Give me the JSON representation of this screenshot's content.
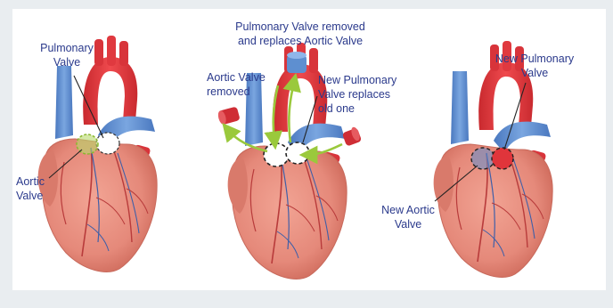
{
  "figure_1": {
    "pulmonary_valve_label": "Pulmonary\nValve",
    "aortic_valve_label": "Aortic\nValve"
  },
  "figure_2": {
    "top_label": "Pulmonary Valve removed\nand replaces Aortic Valve",
    "aortic_removed_label": "Aortic Valve\nremoved",
    "new_pulmonary_label": "New Pulmonary\nValve replaces\nold one"
  },
  "figure_3": {
    "new_pulmonary_label": "New Pulmonary\nValve",
    "new_aortic_label": "New Aortic\nValve"
  },
  "colors": {
    "heart": "#e58c7b",
    "heart_dark": "#c85e50",
    "aorta": "#e0353b",
    "vein": "#5e8fd0",
    "valve_green": "#9ac93c",
    "label_text": "#2b3a8c"
  }
}
